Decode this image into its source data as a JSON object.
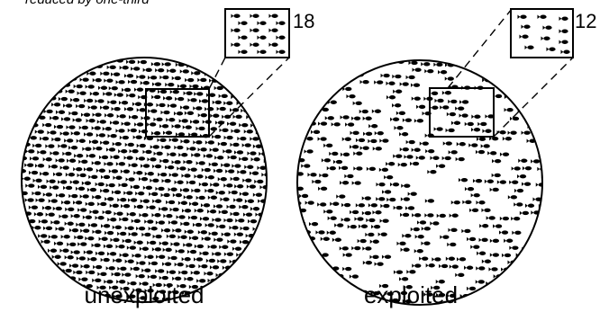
{
  "top_note": "reduced by one-third",
  "panels": [
    {
      "id": "unexploited",
      "caption": "unexploited",
      "sample_count": "18",
      "density": "high"
    },
    {
      "id": "exploited",
      "caption": "exploited",
      "sample_count": "12",
      "density": "low"
    }
  ],
  "colors": {
    "ink": "#000000",
    "background": "#ffffff"
  },
  "icons": {
    "fish": "fish-icon"
  }
}
